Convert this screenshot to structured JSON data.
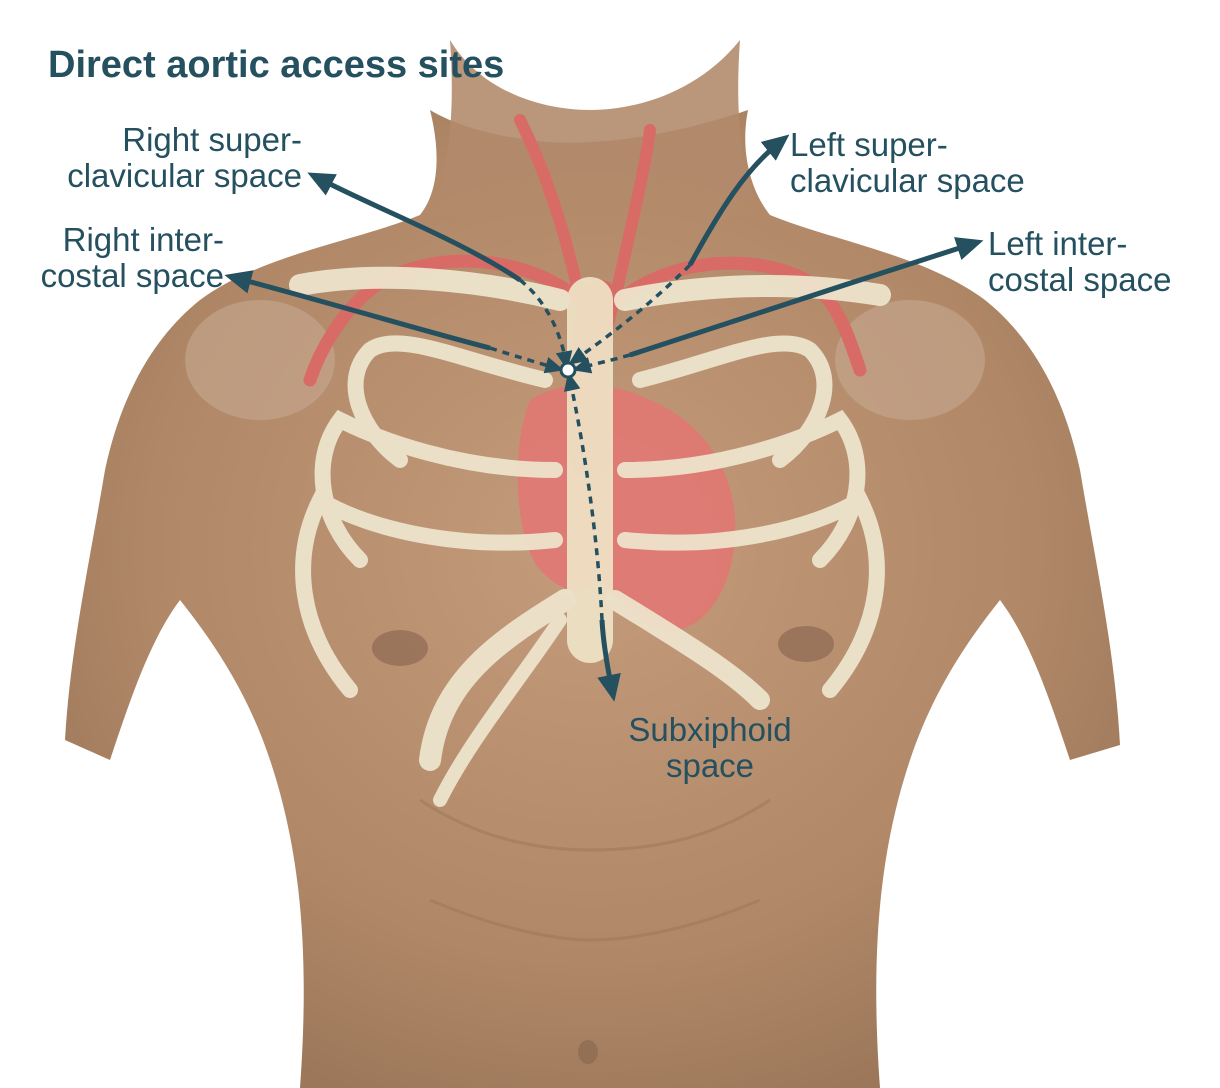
{
  "title": "Direct aortic access sites",
  "labels": {
    "right_supraclavicular": [
      "Right super-",
      "clavicular space"
    ],
    "right_intercostal": [
      "Right inter-",
      "costal space"
    ],
    "left_supraclavicular": [
      "Left super-",
      "clavicular space"
    ],
    "left_intercostal": [
      "Left inter-",
      "costal space"
    ],
    "subxiphoid": [
      "Subxiphoid",
      "space"
    ]
  },
  "colors": {
    "label_text": "#24505f",
    "arrow": "#24505f",
    "skin": "#b58d6e",
    "artery": "#d96b67",
    "heart": "#e07873",
    "bone": "#efe6cf"
  }
}
